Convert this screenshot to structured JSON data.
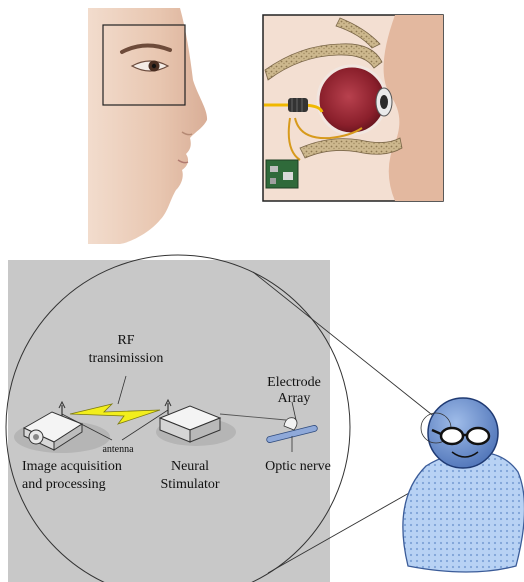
{
  "figure": {
    "labels": {
      "rf_line1": "RF",
      "rf_line2": "transimission",
      "electrode_line1": "Electrode",
      "electrode_line2": "Array",
      "antenna": "antenna",
      "image_line1": "Image acquisition",
      "image_line2": "and processing",
      "neural_line1": "Neural",
      "neural_line2": "Stimulator",
      "optic": "Optic nerve"
    },
    "colors": {
      "panel_bg": "#c8c8c8",
      "skin": "#e9c9b4",
      "eye_red": "#8a1f2b",
      "bone": "#c9b48a",
      "wire": "#f0b800",
      "person_blue": "#6f93d3",
      "body_blue": "#a9c6f0",
      "lightning": "#f2ee1c",
      "optic_nerve": "#8fa9d9"
    },
    "icons": [
      "face-profile-icon",
      "eye-implant-cross-section-icon",
      "camera-projector-icon",
      "neural-stimulator-box-icon",
      "electrode-array-icon",
      "person-with-glasses-icon"
    ]
  }
}
